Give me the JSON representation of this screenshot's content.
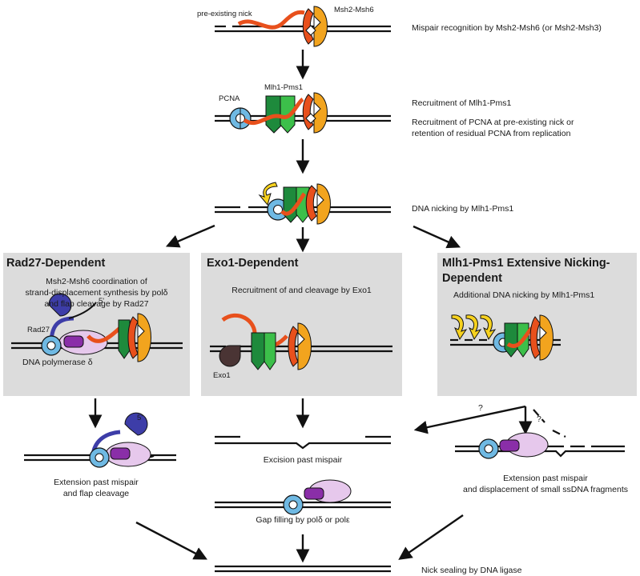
{
  "steps": {
    "recognition": "Mispair recognition by Msh2-Msh6 (or Msh2-Msh3)",
    "recruit_mlh1": "Recruitment of Mlh1-Pms1",
    "recruit_pcna_1": "Recruitment of PCNA at pre-existing nick or",
    "recruit_pcna_2": "retention of residual PCNA from replication",
    "nicking": "DNA nicking by Mlh1-Pms1",
    "nick_sealing": "Nick sealing by DNA ligase"
  },
  "labels": {
    "pre_existing_nick": "pre-existing nick",
    "msh2_msh6": "Msh2-Msh6",
    "mlh1_pms1": "Mlh1-Pms1",
    "pcna": "PCNA",
    "rad27": "Rad27",
    "five_prime": "5'",
    "five_prime_2": "5'",
    "dna_pol_delta": "DNA polymerase δ",
    "exo1": "Exo1",
    "q1": "?",
    "q2": "?"
  },
  "panels": {
    "rad27": {
      "title": "Rad27-Dependent",
      "desc_1": "Msh2-Msh6 coordination of",
      "desc_2": "strand-displacement synthesis by polδ",
      "desc_3": "and flap cleavage by Rad27"
    },
    "exo1": {
      "title": "Exo1-Dependent",
      "desc_1": "Recruitment of and cleavage by Exo1"
    },
    "nicking": {
      "title_1": "Mlh1-Pms1 Extensive Nicking-",
      "title_2": "Dependent",
      "desc_1": "Additional DNA nicking by Mlh1-Pms1"
    }
  },
  "outcomes": {
    "rad27_1": "Extension past mispair",
    "rad27_2": "and flap cleavage",
    "excision": "Excision past mispair",
    "gap_filling": "Gap filling by polδ or polε",
    "ssdna_1": "Extension past mispair",
    "ssdna_2": "and displacement of small ssDNA fragments"
  },
  "colors": {
    "panel_bg": "#dcdcdc",
    "msh_orange": "#f2a41e",
    "msh_red": "#e8501c",
    "mlh_green_dark": "#1e8a3c",
    "mlh_green_light": "#3cbf4a",
    "pcna_blue": "#6fb9e3",
    "rad27_blue": "#3d3da8",
    "pol_light": "#e6c8ec",
    "pol_purple": "#8a2ea8",
    "exo1_brown": "#4a3434",
    "nick_arrow_yellow": "#f7d21e"
  }
}
